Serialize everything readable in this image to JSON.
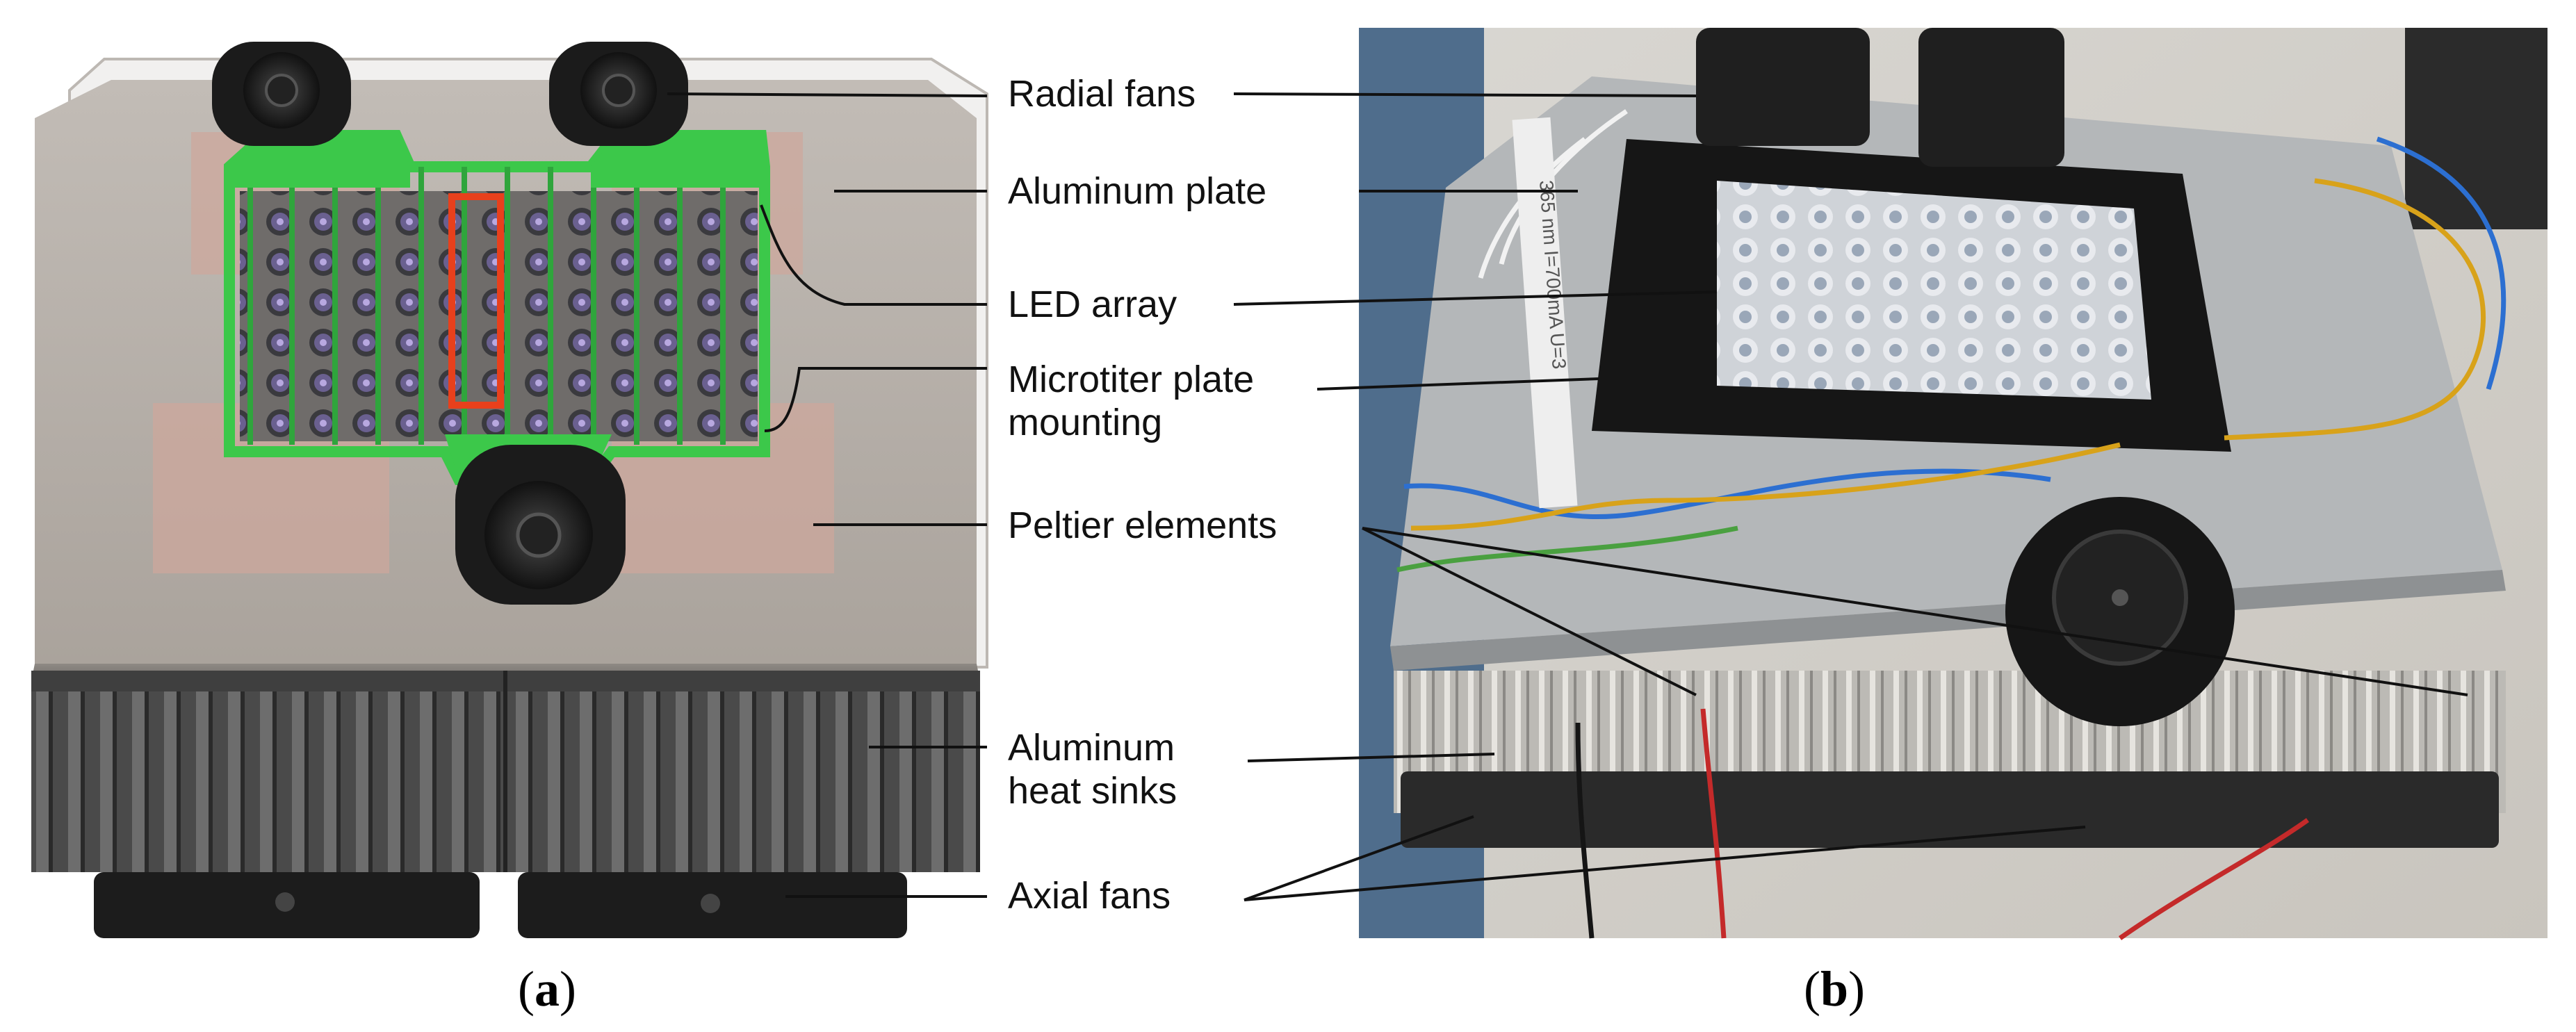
{
  "figure": {
    "panel_a_caption_letter": "a",
    "panel_b_caption_letter": "b",
    "labels": {
      "radial_fans": "Radial fans",
      "aluminum_plate": "Aluminum plate",
      "led_array": "LED array",
      "microtiter_mounting": "Microtiter plate\nmounting",
      "peltier_elements": "Peltier elements",
      "heat_sinks": "Aluminum\nheat sinks",
      "axial_fans": "Axial fans"
    },
    "photo_tape_text": "365 nm I=700mA  U=3",
    "colors": {
      "mount_green": "#3cc84a",
      "highlight_red": "#e8401c",
      "plate_gray": "#b0aaa3",
      "peltier_pink": "#cfa79b",
      "fan_black": "#1b1b1b"
    }
  }
}
